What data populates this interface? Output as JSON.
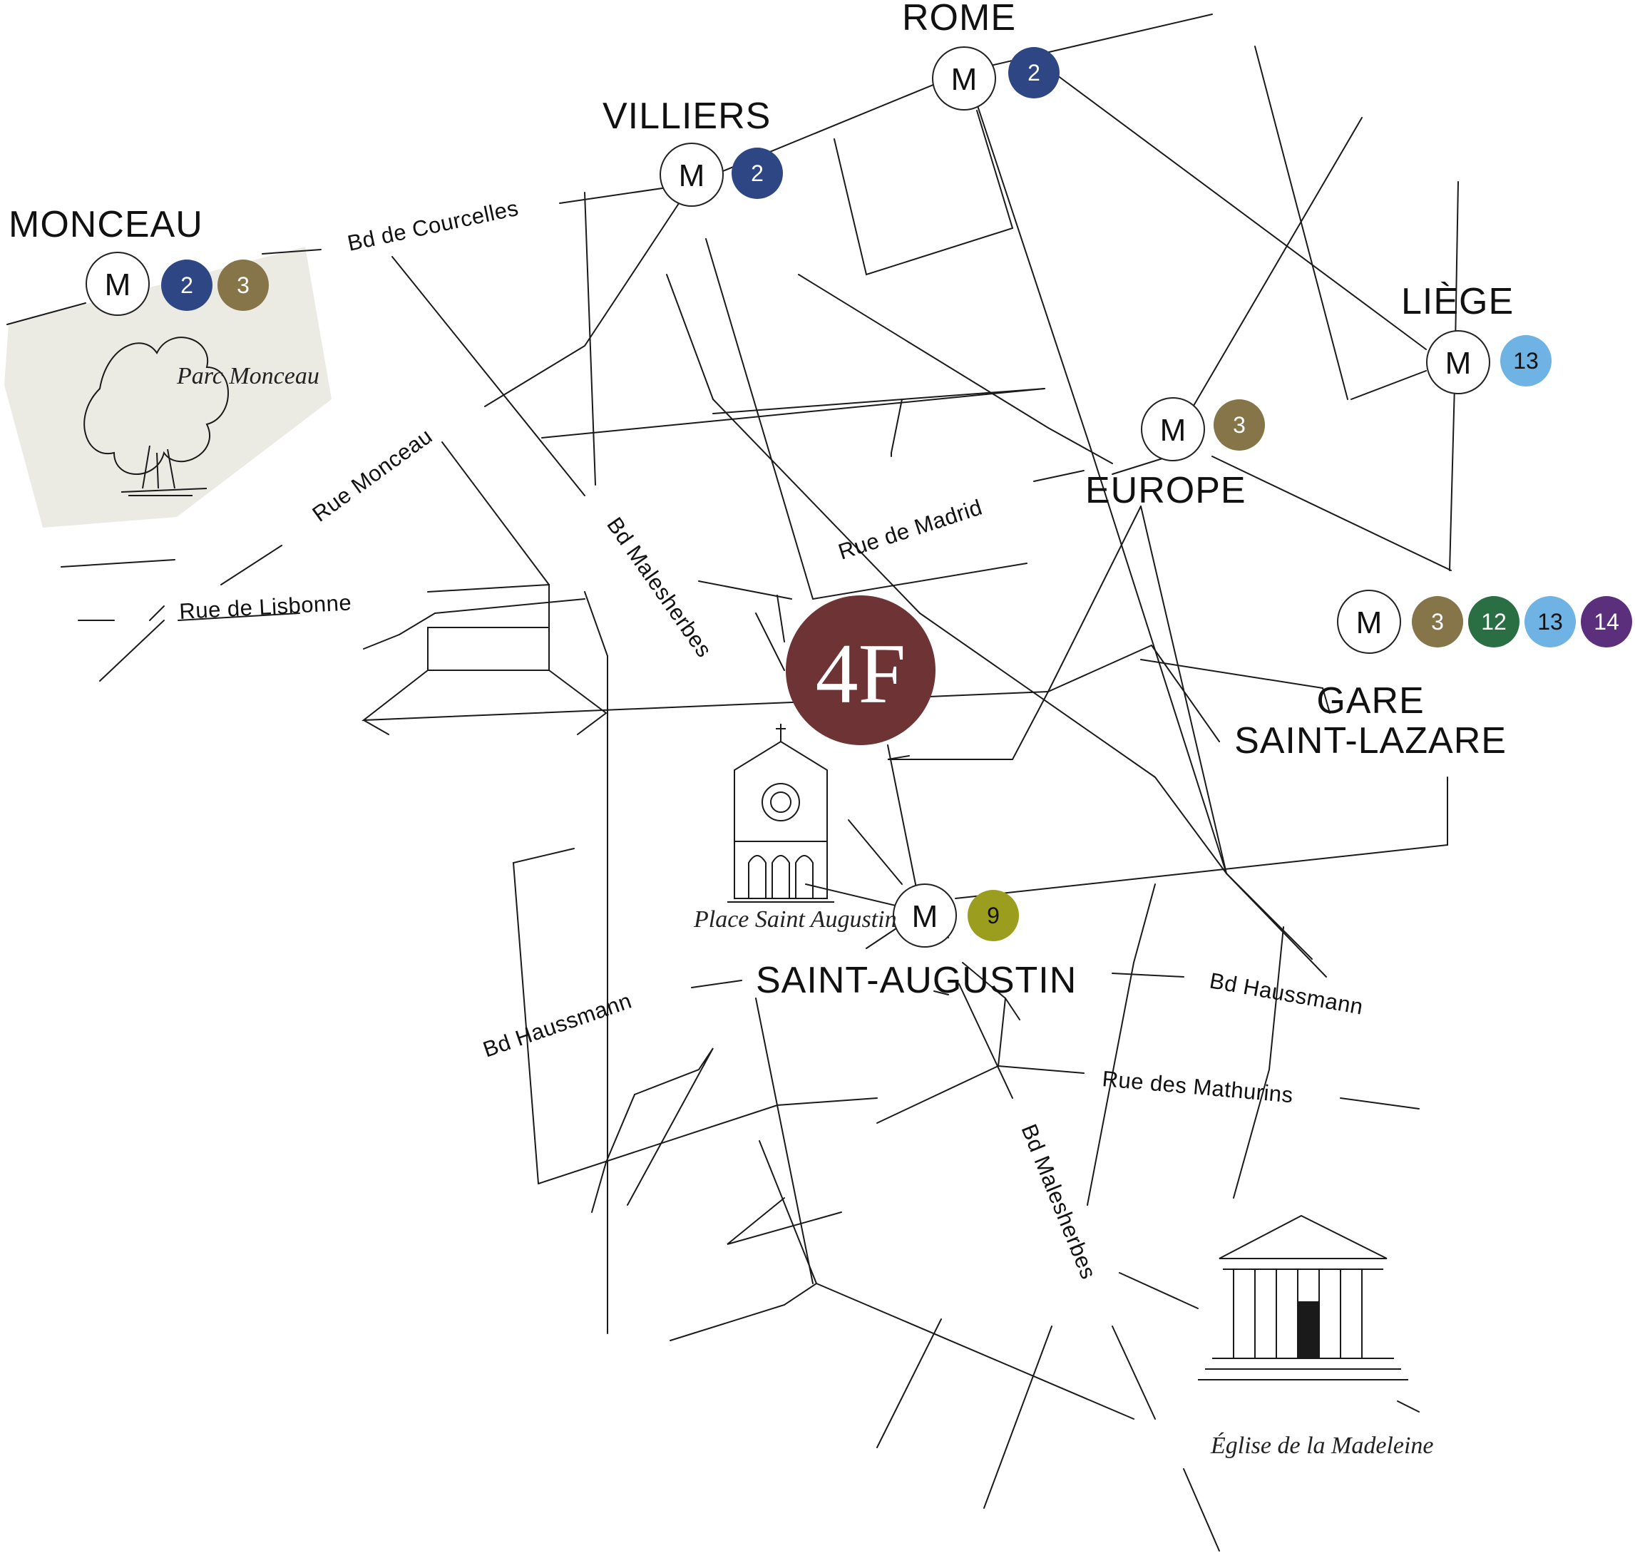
{
  "colors": {
    "line_2": "#2e4784",
    "line_3": "#857548",
    "line_9": "#9a9d1e",
    "line_12": "#2a6f44",
    "line_13": "#6eb3e3",
    "line_14": "#5b2f7b",
    "logo_bg": "#6e3335",
    "park_fill": "#ebeae3"
  },
  "logo": {
    "text": "4F"
  },
  "metro_symbol": "M",
  "stations": {
    "monceau": {
      "name": "MONCEAU",
      "lines": [
        "2",
        "3"
      ]
    },
    "villiers": {
      "name": "VILLIERS",
      "lines": [
        "2"
      ]
    },
    "rome": {
      "name": "ROME",
      "lines": [
        "2"
      ]
    },
    "liege": {
      "name": "LIÈGE",
      "lines": [
        "13"
      ]
    },
    "europe": {
      "name": "EUROPE",
      "lines": [
        "3"
      ]
    },
    "gare_saint_lazare": {
      "name_line1": "GARE",
      "name_line2": "SAINT-LAZARE",
      "lines": [
        "3",
        "12",
        "13",
        "14"
      ]
    },
    "saint_augustin": {
      "name": "SAINT-AUGUSTIN",
      "lines": [
        "9"
      ]
    }
  },
  "streets": {
    "bd_courcelles": "Bd de Courcelles",
    "rue_monceau": "Rue Monceau",
    "rue_lisbonne": "Rue de Lisbonne",
    "bd_malesherbes": "Bd Malesherbes",
    "rue_madrid": "Rue de Madrid",
    "bd_haussmann": "Bd Haussmann",
    "rue_mathurins": "Rue des Mathurins"
  },
  "landmarks": {
    "parc_monceau": "Parc Monceau",
    "place_saint_augustin": "Place Saint Augustin",
    "eglise_madeleine": "Église de la Madeleine"
  }
}
